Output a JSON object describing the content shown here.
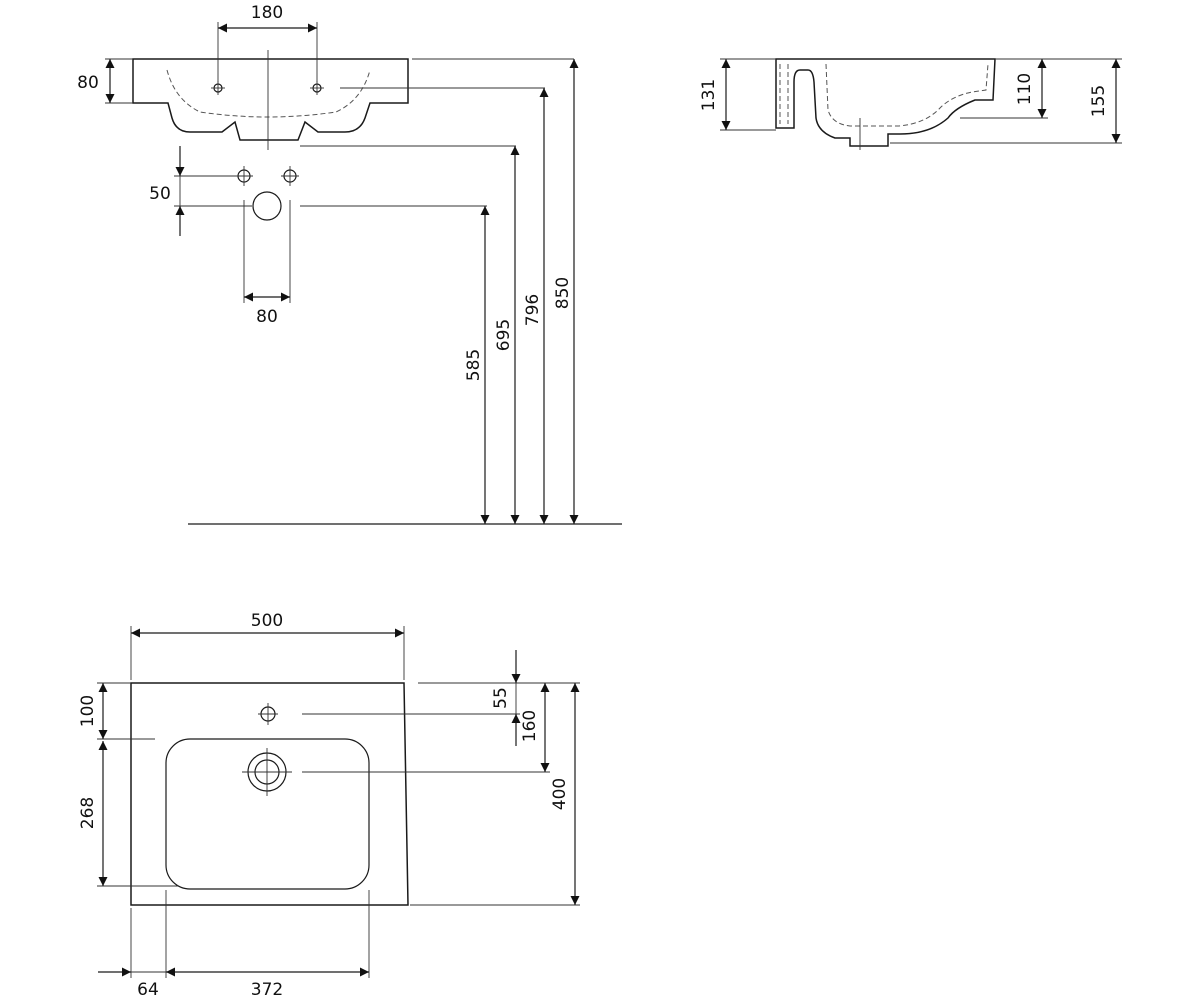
{
  "front_view": {
    "tap_hole_spacing": "180",
    "rim_height": "80",
    "wall_hole_spacing": "50",
    "waste_width": "80",
    "height_waste": "585",
    "height_wall_hole": "695",
    "height_overflow": "796",
    "height_rim": "850"
  },
  "side_view": {
    "depth": "131",
    "bowl_depth": "110",
    "total_depth": "155"
  },
  "plan_view": {
    "width": "500",
    "tap_hole_offset": "100",
    "bowl_length": "268",
    "tap_to_waste": "55",
    "waste_offset": "160",
    "depth": "400",
    "edge_offset": "64",
    "bowl_width": "372"
  }
}
